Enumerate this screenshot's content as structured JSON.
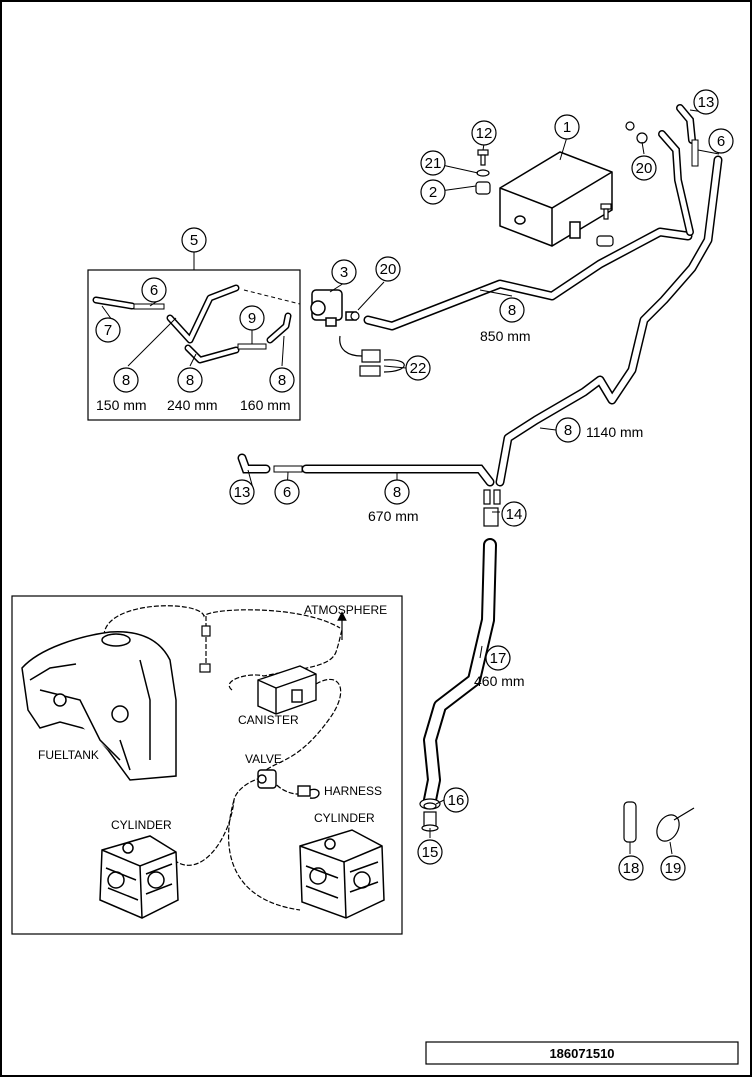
{
  "document_number": "186071510",
  "callouts": {
    "c1": "1",
    "c2": "2",
    "c3": "3",
    "c5": "5",
    "c6a": "6",
    "c6b": "6",
    "c6c": "6",
    "c7": "7",
    "c8a": "8",
    "c8b": "8",
    "c8c": "8",
    "c8d": "8",
    "c8e": "8",
    "c8f": "8",
    "c9": "9",
    "c12": "12",
    "c13a": "13",
    "c13b": "13",
    "c14": "14",
    "c15": "15",
    "c16": "16",
    "c17": "17",
    "c18": "18",
    "c19": "19",
    "c20a": "20",
    "c20b": "20",
    "c21": "21",
    "c22": "22"
  },
  "dimensions": {
    "d850": "850 mm",
    "d1140": "1140 mm",
    "d670": "670 mm",
    "d460": "460 mm",
    "d150": "150 mm",
    "d240": "240 mm",
    "d160": "160 mm"
  },
  "schematic": {
    "atmosphere": "ATMOSPHERE",
    "canister": "CANISTER",
    "fueltank": "FUELTANK",
    "valve": "VALVE",
    "harness": "HARNESS",
    "cylinder_left": "CYLINDER",
    "cylinder_right": "CYLINDER"
  }
}
